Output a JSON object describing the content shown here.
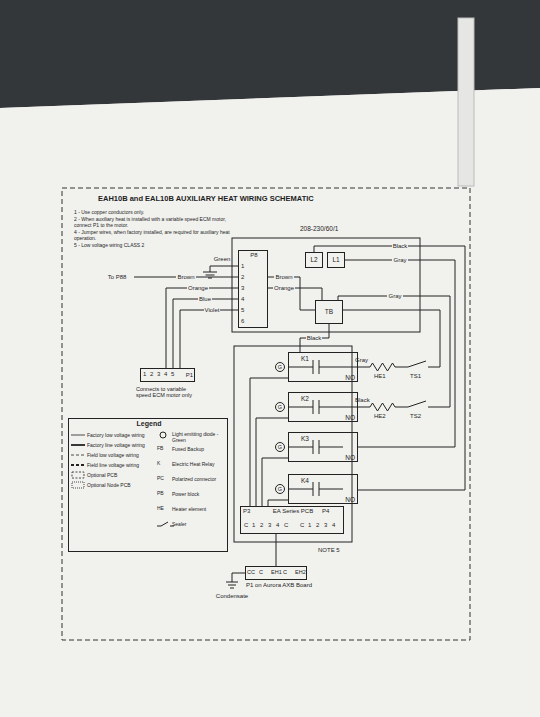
{
  "diagram": {
    "title": "EAH10B and EAL10B AUXILIARY HEAT WIRING SCHEMATIC",
    "nodes": [
      {
        "text": [
          "P8"
        ]
      },
      {
        "text": [
          "L2"
        ]
      },
      {
        "text": [
          "L1"
        ]
      },
      {
        "text": [
          "TB"
        ]
      },
      {
        "text": [
          "K1",
          "NO"
        ]
      },
      {
        "text": [
          "K2",
          "NO"
        ]
      },
      {
        "text": [
          "K3",
          "NO"
        ]
      },
      {
        "text": [
          "K4",
          "NO"
        ]
      },
      {
        "text": [
          "P1"
        ]
      },
      {
        "text": [
          "Legend"
        ]
      },
      {
        "text": [
          "EA Series PCB"
        ]
      },
      {
        "text": [
          "P1 on Aurora AXB Board"
        ]
      }
    ],
    "edges": [
      {
        "from": 0,
        "to": 8,
        "label": "Orange",
        "arrow": "none"
      },
      {
        "from": 0,
        "to": 8,
        "label": "Blue",
        "arrow": "none"
      },
      {
        "from": 0,
        "to": 8,
        "label": "Violet",
        "arrow": "none"
      },
      {
        "from": 0,
        "to": 3,
        "label": "Brown",
        "arrow": "none"
      },
      {
        "from": 0,
        "to": 3,
        "label": "Orange",
        "arrow": "none"
      },
      {
        "from": 3,
        "to": 4,
        "label": "Black",
        "arrow": "none"
      },
      {
        "from": 2,
        "to": 6,
        "label": "Gray",
        "arrow": "none"
      },
      {
        "from": 1,
        "to": 7,
        "label": "Black",
        "arrow": "none"
      },
      {
        "from": 4,
        "to": 10,
        "arrow": "none"
      },
      {
        "from": 5,
        "to": 10,
        "arrow": "none"
      },
      {
        "from": 6,
        "to": 10,
        "arrow": "none"
      },
      {
        "from": 7,
        "to": 10,
        "arrow": "none"
      },
      {
        "from": 10,
        "to": 11,
        "arrow": "none"
      }
    ],
    "labels": [
      "Green",
      "To P88",
      "Brown",
      "1",
      "2",
      "3",
      "4",
      "5",
      "6",
      "208-230/60/1",
      "Gray",
      "HE1",
      "TS1",
      "HE2",
      "TS2",
      "Gray",
      "Black",
      "G",
      "G",
      "G",
      "G",
      "1",
      "2",
      "3",
      "4",
      "5",
      "Connects to variable speed ECM motor only",
      "P3",
      "P4",
      "C",
      "1",
      "2",
      "3",
      "4",
      "C",
      "C",
      "1",
      "2",
      "3",
      "4",
      "NOTE 5",
      "Condensate",
      "CC",
      "C",
      "EH1",
      "C",
      "EH2",
      "1 - Use copper conductors only.",
      "2 - When auxiliary heat is installed with a variable speed ECM motor, connect P1 to the motor.",
      "4 - Jumper wires, when factory installed, are required for auxiliary heat operation.",
      "5 - Low voltage wiring CLASS 2",
      "FB",
      "K",
      "PC",
      "PB",
      "HE"
    ],
    "legend": [
      {
        "text": "Factory low voltage wiring"
      },
      {
        "text": "Factory line voltage wiring"
      },
      {
        "text": "Field low voltage wiring"
      },
      {
        "text": "Field line voltage wiring"
      },
      {
        "text": "Optional PCB"
      },
      {
        "text": "Optional Node PCB"
      },
      {
        "text": "Light emitting diode - Green"
      },
      {
        "text": "Fused Backup"
      },
      {
        "text": "Electric Heat Relay"
      },
      {
        "text": "Polarized connector"
      },
      {
        "text": "Power block"
      },
      {
        "text": "Heater element"
      },
      {
        "text": "Sealer"
      }
    ]
  }
}
